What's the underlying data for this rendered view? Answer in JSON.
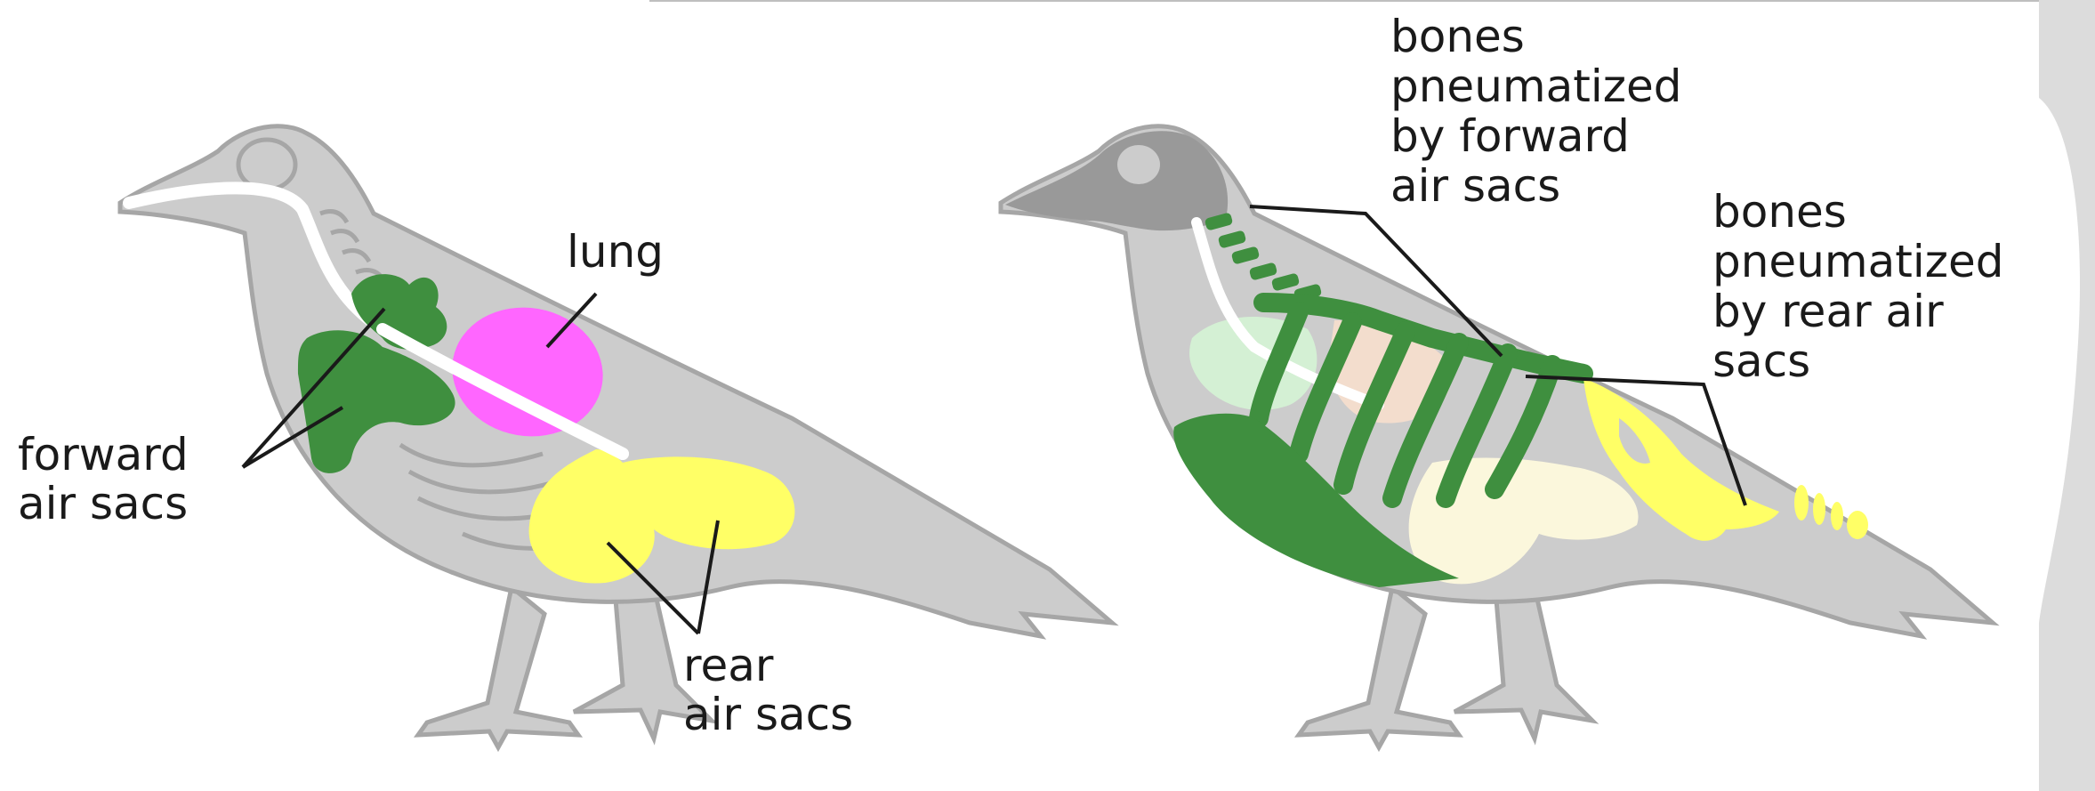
{
  "labels": {
    "lung": "lung",
    "forward_air_sacs": [
      "forward",
      "air sacs"
    ],
    "rear_air_sacs": [
      "rear",
      "air sacs"
    ],
    "bones_forward": [
      "bones",
      "pneumatized",
      "by forward",
      "air sacs"
    ],
    "bones_rear": [
      "bones",
      "pneumatized",
      "by rear air",
      "sacs"
    ]
  },
  "colors": {
    "body": "#cccccc",
    "outline": "#a6a6a6",
    "head": "#999999",
    "forward_air_sacs": "#3f8f3f",
    "lung": "#ff66ff",
    "rear_air_sacs": "#ffff66",
    "trachea": "#ffffff",
    "faded_green": "#d4f0d4",
    "faded_pink": "#f3ddcd",
    "faded_yellow": "#fbf7dc",
    "side_panel": "#dcdcdc"
  }
}
